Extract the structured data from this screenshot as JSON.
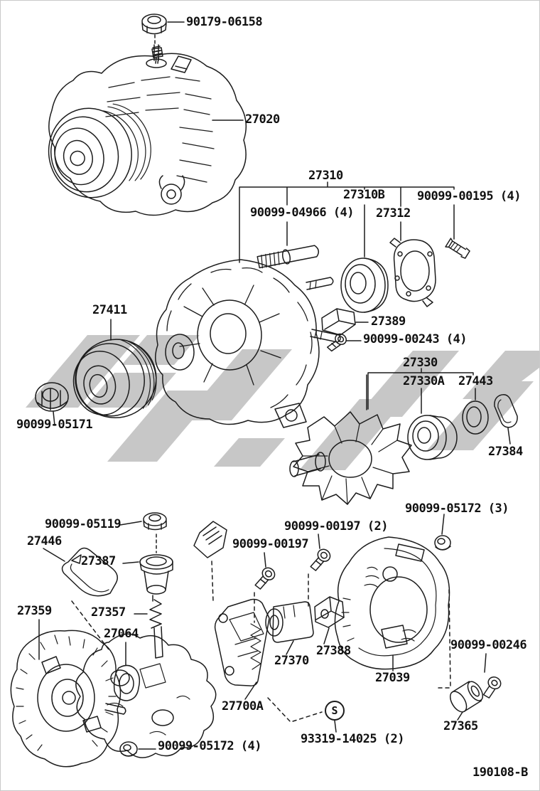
{
  "colors": {
    "background": "#ffffff",
    "line": "#1c1c1c",
    "watermark": "#c7c7c7",
    "text": "#111111"
  },
  "drawing_number": "190108-B",
  "substitution_mark": "S",
  "labels": [
    {
      "id": "90179-06158",
      "text": "90179-06158"
    },
    {
      "id": "27020",
      "text": "27020"
    },
    {
      "id": "27310",
      "text": "27310"
    },
    {
      "id": "27310B",
      "text": "27310B"
    },
    {
      "id": "90099-00195-4",
      "text": "90099-00195 (4)"
    },
    {
      "id": "90099-04966-4",
      "text": "90099-04966 (4)"
    },
    {
      "id": "27312",
      "text": "27312"
    },
    {
      "id": "27411",
      "text": "27411"
    },
    {
      "id": "27389",
      "text": "27389"
    },
    {
      "id": "90099-00243-4",
      "text": "90099-00243 (4)"
    },
    {
      "id": "27330",
      "text": "27330"
    },
    {
      "id": "27330A",
      "text": "27330A"
    },
    {
      "id": "27443",
      "text": "27443"
    },
    {
      "id": "90099-05171",
      "text": "90099-05171"
    },
    {
      "id": "27384",
      "text": "27384"
    },
    {
      "id": "90099-05172-3",
      "text": "90099-05172 (3)"
    },
    {
      "id": "90099-05119",
      "text": "90099-05119"
    },
    {
      "id": "27446",
      "text": "27446"
    },
    {
      "id": "90099-00197-2",
      "text": "90099-00197 (2)"
    },
    {
      "id": "90099-00197",
      "text": "90099-00197"
    },
    {
      "id": "27387",
      "text": "27387"
    },
    {
      "id": "27359",
      "text": "27359"
    },
    {
      "id": "27357",
      "text": "27357"
    },
    {
      "id": "27064",
      "text": "27064"
    },
    {
      "id": "90099-00246",
      "text": "90099-00246"
    },
    {
      "id": "27388",
      "text": "27388"
    },
    {
      "id": "27370",
      "text": "27370"
    },
    {
      "id": "27039",
      "text": "27039"
    },
    {
      "id": "27700A",
      "text": "27700A"
    },
    {
      "id": "27365",
      "text": "27365"
    },
    {
      "id": "93319-14025-2",
      "text": "93319-14025 (2)"
    },
    {
      "id": "90099-05172-4",
      "text": "90099-05172 (4)"
    }
  ]
}
